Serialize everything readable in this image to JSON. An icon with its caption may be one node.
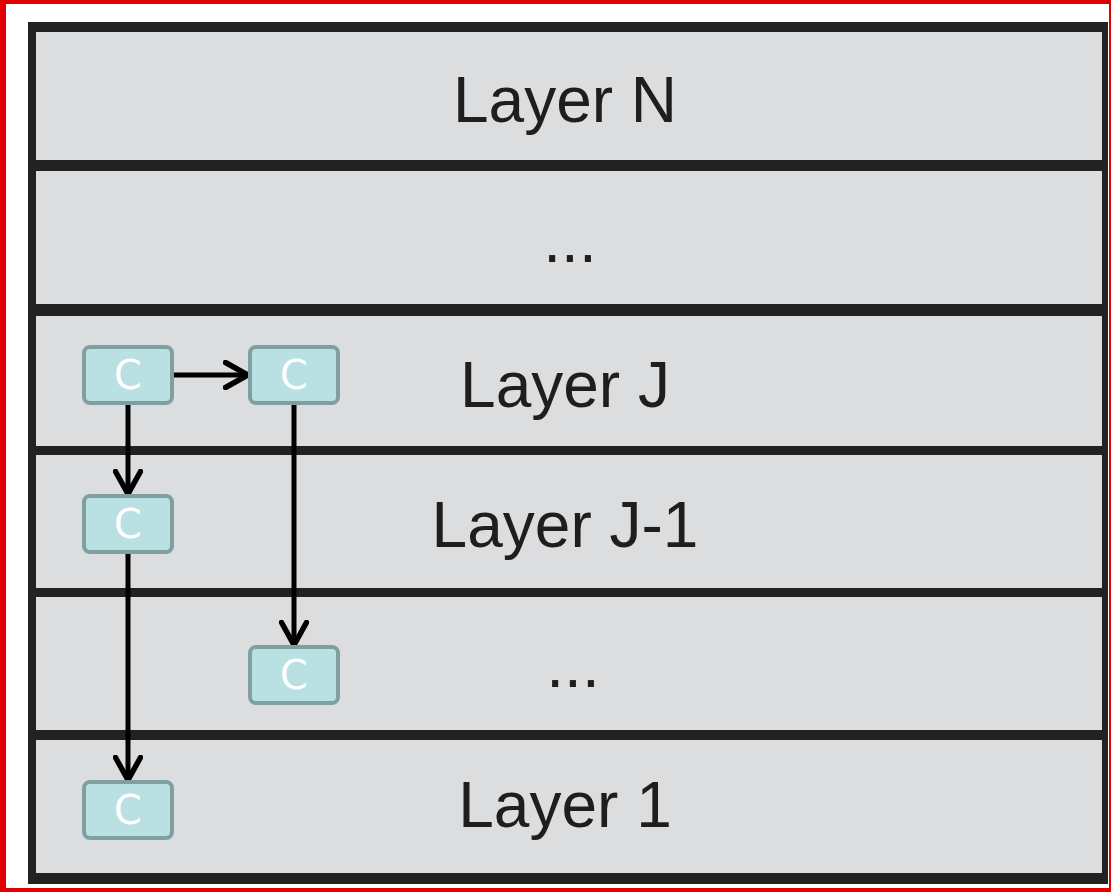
{
  "diagram": {
    "nodes": [
      {
        "text": [
          "Layer N"
        ]
      },
      {
        "text": [
          "..."
        ]
      },
      {
        "text": [
          "Layer J"
        ]
      },
      {
        "text": [
          "C"
        ],
        "in": 2
      },
      {
        "text": [
          "C"
        ],
        "in": 2
      },
      {
        "text": [
          "Layer J-1"
        ]
      },
      {
        "text": [
          "C"
        ],
        "in": 5
      },
      {
        "text": [
          "..."
        ]
      },
      {
        "text": [
          "C"
        ],
        "in": 7
      },
      {
        "text": [
          "Layer 1"
        ]
      },
      {
        "text": [
          "C"
        ],
        "in": 9
      }
    ],
    "edges": [
      {
        "from": 3,
        "to": 4,
        "arrow": "to"
      },
      {
        "from": 3,
        "to": 6,
        "arrow": "to"
      },
      {
        "from": 4,
        "to": 8,
        "arrow": "to"
      },
      {
        "from": 6,
        "to": 10,
        "arrow": "to"
      }
    ]
  }
}
